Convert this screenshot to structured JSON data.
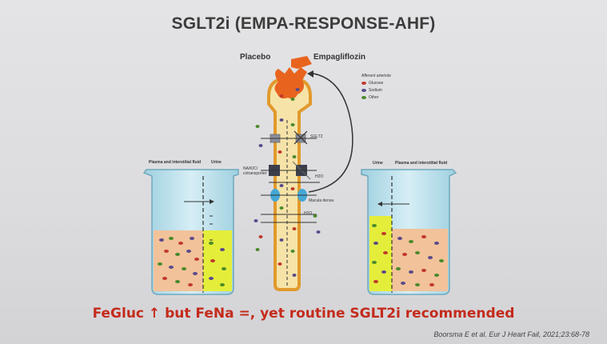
{
  "slide": {
    "title": "SGLT2i (EMPA-RESPONSE-AHF)",
    "conclusion": "FeGluc ↑ but FeNa =, yet routine SGLT2i recommended",
    "citation": "Boorsma E et al. Eur J Heart Fail, 2021;23:68-78"
  },
  "diagram": {
    "placebo_label": "Placebo",
    "empagliflozin_label": "Empagliflozin",
    "afferent_label": "Afferent arteriole",
    "legend": [
      {
        "label": "Glucose",
        "color": "#c0392b"
      },
      {
        "label": "Sodium",
        "color": "#5a4a8a"
      },
      {
        "label": "Other",
        "color": "#4a8a2a"
      }
    ],
    "sglt2_label": "SGLT2",
    "nak_label": "NA/K/Cl cotransporter",
    "h2o_label_1": "H2O",
    "macula_label": "Macula densa",
    "h2o_label_2": "H2O"
  },
  "left_beaker": {
    "left_label": "Plasma and interstitial fluid",
    "right_label": "Urine"
  },
  "right_beaker": {
    "left_label": "Urine",
    "right_label": "Plasma and interstitial fluid"
  },
  "colors": {
    "tubule_fill": "#f6e3a8",
    "tubule_stroke": "#e19a2c",
    "glomerulus": "#e8641e",
    "plasma_fluid": "#f2c29a",
    "urine_fluid": "#e4ee3a",
    "beaker_water": "#b8dde8",
    "conclusion_red": "#c42b1c"
  }
}
